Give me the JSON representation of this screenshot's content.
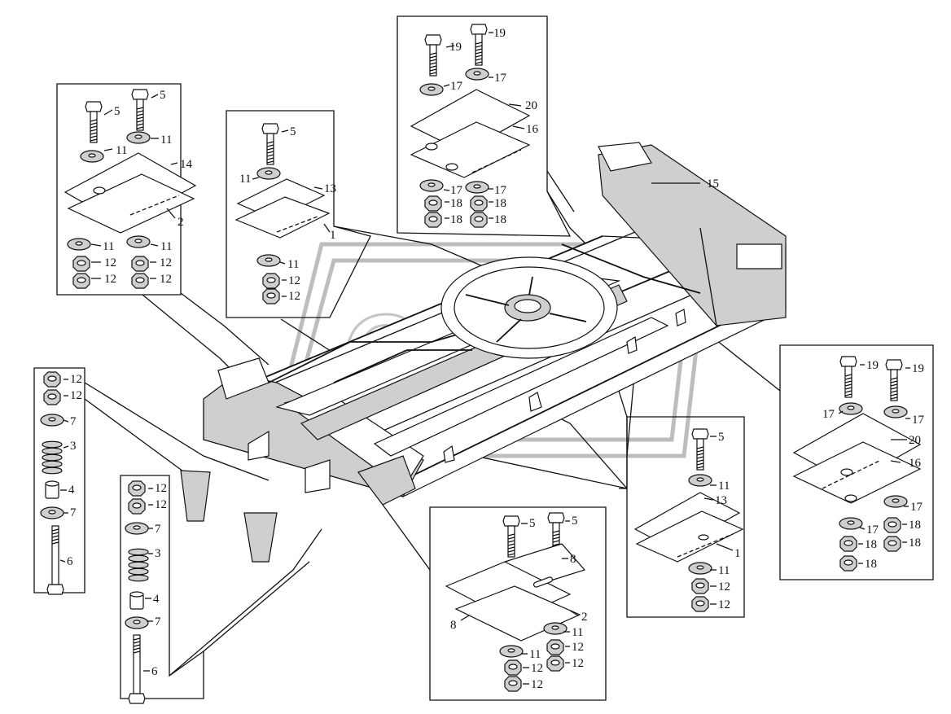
{
  "diagram": {
    "watermark": "OREX",
    "callouts": {
      "c1": "1",
      "c2": "2",
      "c3": "3",
      "c4": "4",
      "c5": "5",
      "c6": "6",
      "c7": "7",
      "c8": "8",
      "c11": "11",
      "c12": "12",
      "c13": "13",
      "c14": "14",
      "c15": "15",
      "c16": "16",
      "c17": "17",
      "c18": "18",
      "c19": "19",
      "c20": "20"
    }
  }
}
